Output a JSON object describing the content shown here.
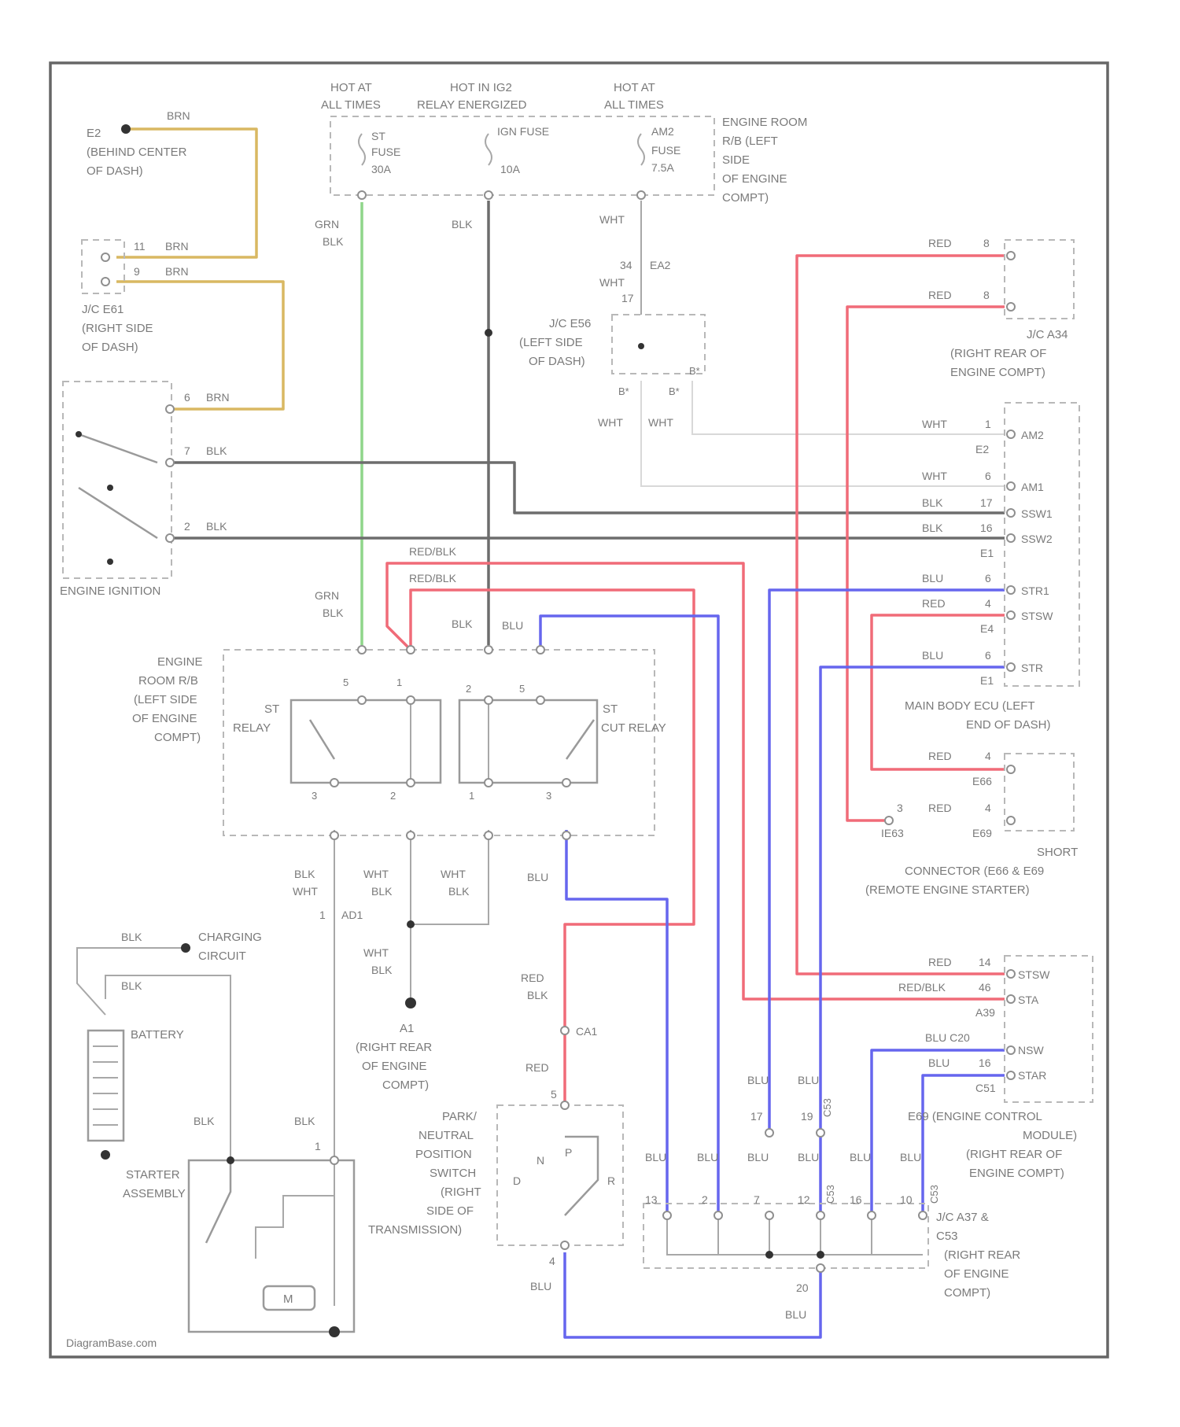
{
  "colors": {
    "brn": "#d9b862",
    "grn": "#8fd68a",
    "blk": "#6d6d6d",
    "wht": "#d8d8d8",
    "red": "#f06b78",
    "blu": "#6666ee"
  },
  "source": {
    "hot_all_1": "HOT AT",
    "hot_all_2": "ALL TIMES",
    "hot_ig2_1": "HOT IN IG2",
    "hot_ig2_2": "RELAY ENERGIZED",
    "hot_all3_1": "HOT AT",
    "hot_all3_2": "ALL TIMES",
    "st_fuse_1": "ST",
    "st_fuse_2": "FUSE",
    "st_fuse_3": "30A",
    "ign_fuse_1": "IGN FUSE",
    "ign_fuse_2": "10A",
    "ab2_fuse_1": "AM2",
    "ab2_fuse_2": "FUSE",
    "ab2_fuse_3": "7.5A",
    "fuse_box_1": "ENGINE ROOM",
    "fuse_box_2": "R/B (LEFT",
    "fuse_box_3": "SIDE",
    "fuse_box_4": "OF ENGINE",
    "fuse_box_5": "COMPT)"
  },
  "ground": {
    "e2_1": "E2",
    "e2_2": "(BEHIND CENTER",
    "e2_3": "OF DASH)",
    "brn": "BRN"
  },
  "jc_e61": {
    "l1": "J/C E61",
    "l2": "(RIGHT SIDE",
    "l3": "OF DASH)",
    "p11": "11",
    "p9": "9",
    "brn1": "BRN",
    "brn2": "BRN"
  },
  "ignition": {
    "label": "ENGINE IGNITION",
    "p6": "6",
    "p7": "7",
    "p2": "2",
    "brn": "BRN",
    "blk1": "BLK",
    "blk2": "BLK"
  },
  "wires_top": {
    "grn_blk_1": "GRN",
    "grn_blk_2": "BLK",
    "blk": "BLK",
    "wht": "WHT",
    "wht2": "WHT",
    "pin34": "34",
    "conn_ea2": "EA2",
    "p17": "17"
  },
  "jc_e56": {
    "l1": "J/C E56",
    "l2": "(LEFT SIDE",
    "l3": "OF DASH)",
    "p1": "B*",
    "p2": "B*",
    "p3": "B*",
    "wht1": "WHT",
    "wht2": "WHT"
  },
  "jc_a34": {
    "l1": "J/C A34",
    "l2": "(RIGHT REAR OF",
    "l3": "ENGINE COMPT)",
    "red1": "RED",
    "red2": "RED",
    "p8": "8",
    "p9": "8"
  },
  "main_ecu": {
    "l1": "MAIN BODY ECU (LEFT",
    "l2": "END OF DASH)",
    "rows": [
      {
        "wire": "WHT",
        "pin": "1",
        "conn": "E2",
        "term": "AM2"
      },
      {
        "wire": "WHT",
        "pin": "6",
        "conn": "",
        "term": "AM1"
      },
      {
        "wire": "BLK",
        "pin": "17",
        "conn": "",
        "term": "SSW1"
      },
      {
        "wire": "BLK",
        "pin": "16",
        "conn": "E1",
        "term": "SSW2"
      },
      {
        "wire": "BLU",
        "pin": "6",
        "conn": "",
        "term": "STR1"
      },
      {
        "wire": "RED",
        "pin": "4",
        "conn": "E4",
        "term": "STSW"
      },
      {
        "wire": "BLU",
        "pin": "6",
        "conn": "E1",
        "term": "STR"
      }
    ]
  },
  "short_conn": {
    "l1": "SHORT",
    "l2": "CONNECTOR (E66 & E69",
    "l3": "(REMOTE ENGINE STARTER)",
    "red1": "RED",
    "red2": "RED",
    "p4a": "4",
    "p4b": "4",
    "p3": "3",
    "e66": "E66",
    "e69": "E69",
    "e63": "IE63"
  },
  "relay_box": {
    "l1": "ENGINE",
    "l2": "ROOM R/B",
    "l3": "(LEFT SIDE",
    "l4": "OF ENGINE",
    "l5": "COMPT)",
    "st_relay_1": "ST",
    "st_relay_2": "RELAY",
    "cut_relay_1": "ST",
    "cut_relay_2": "CUT RELAY",
    "p5": "5",
    "p1": "1",
    "p3": "3",
    "p2": "2",
    "p2b": "2",
    "p5b": "5",
    "p1b": "1",
    "p3b": "3",
    "grn_blk_1": "GRN",
    "grn_blk_2": "BLK",
    "redblk1": "RED/BLK",
    "redblk2": "RED/BLK",
    "blk": "BLK",
    "blu": "BLU"
  },
  "below_relay": {
    "blk_wht_1": "BLK",
    "blk_wht_2": "WHT",
    "wht_blk_1": "WHT",
    "wht_blk_2": "BLK",
    "wht_blk_3": "WHT",
    "wht_blk_4": "BLK",
    "blu": "BLU",
    "pin1": "1",
    "ad1": "AD1",
    "wht_blk_5": "WHT",
    "wht_blk_6": "BLK"
  },
  "ground_a1": {
    "l1": "A1",
    "l2": "(RIGHT REAR",
    "l3": "OF ENGINE",
    "l4": "COMPT)"
  },
  "battery": {
    "label": "BATTERY",
    "blk1": "BLK",
    "blk2": "BLK",
    "charging_1": "CHARGING",
    "charging_2": "CIRCUIT"
  },
  "starter": {
    "l1": "STARTER",
    "l2": "ASSEMBLY",
    "blk1": "BLK",
    "blk2": "BLK",
    "p1": "1",
    "motor": "M"
  },
  "pnp": {
    "l1": "PARK/",
    "l2": "NEUTRAL",
    "l3": "POSITION",
    "l4": "SWITCH",
    "l5": "(RIGHT",
    "l6": "SIDE OF",
    "l7": "TRANSMISSION)",
    "red_blk_1": "RED",
    "red_blk_2": "BLK",
    "red": "RED",
    "ca1": "CA1",
    "p5": "5",
    "p4": "4",
    "blu": "BLU",
    "p": "P",
    "n": "N",
    "d": "D",
    "r": "R"
  },
  "ecm": {
    "l1": "E69 (ENGINE CONTROL",
    "l2": "MODULE)",
    "l3": "(RIGHT REAR OF",
    "l4": "ENGINE COMPT)",
    "rows": [
      {
        "wire": "RED",
        "pin": "14",
        "term": "STSW"
      },
      {
        "wire": "RED/BLK",
        "pin": "46",
        "term": "STA"
      },
      {
        "wire": "",
        "pin": "A39",
        "term": ""
      },
      {
        "wire": "BLU C20",
        "pin": "",
        "term": "NSW"
      },
      {
        "wire": "BLU",
        "pin": "16",
        "term": "STAR"
      },
      {
        "wire": "",
        "pin": "C51",
        "term": ""
      }
    ]
  },
  "jc_a37": {
    "l1": "J/C A37 &",
    "l2": "C53",
    "l3": "(RIGHT REAR",
    "l4": "OF ENGINE",
    "l5": "COMPT)",
    "top_blu": [
      "BLU",
      "BLU"
    ],
    "top_pins": [
      "17",
      "19"
    ],
    "row_blu": [
      "BLU",
      "BLU",
      "BLU",
      "BLU",
      "BLU",
      "BLU"
    ],
    "pins": [
      "13",
      "2",
      "7",
      "12",
      "16",
      "10"
    ],
    "bottom_pin": "20",
    "bottom_blu": "BLU",
    "c53": "C53",
    "c53b": "C53",
    "c53c": "C53"
  },
  "footer": {
    "brand": "DiagramBase.com"
  }
}
